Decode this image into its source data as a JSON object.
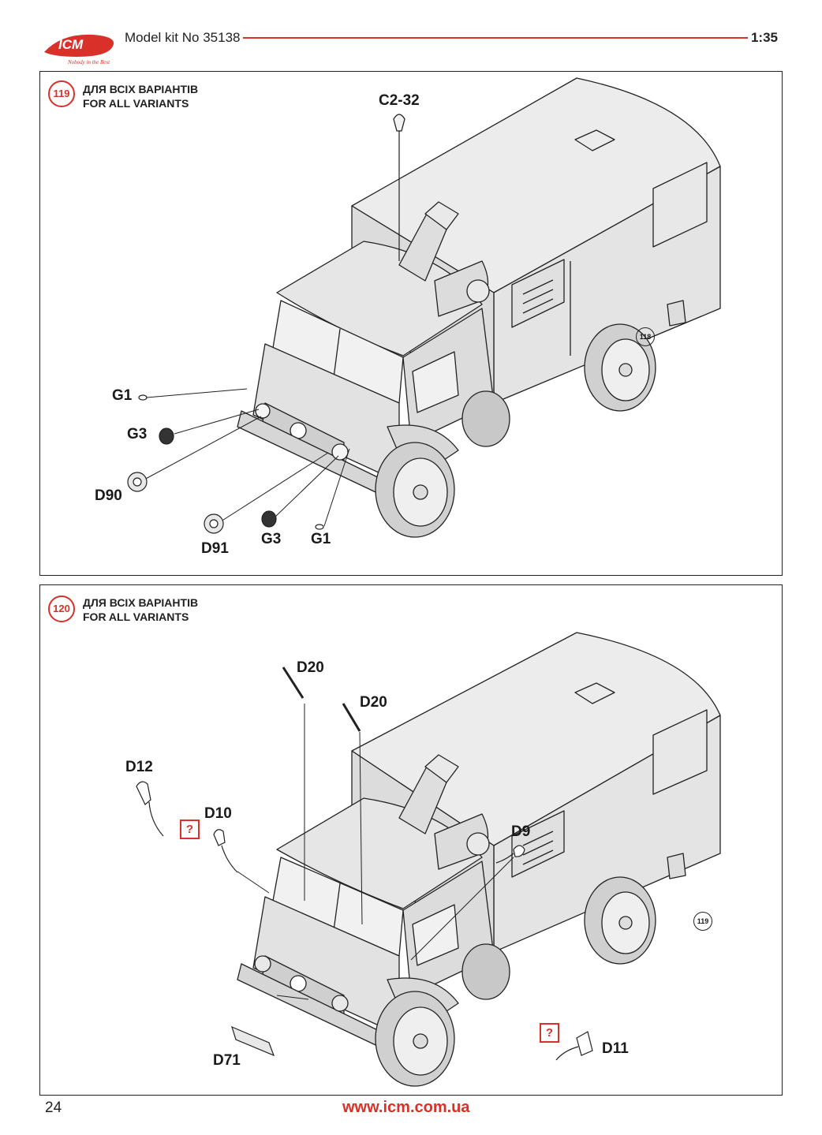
{
  "header": {
    "logo_text": "ICM",
    "logo_slogan": "Nobody in the Best",
    "model_kit": "Model kit No 35138",
    "scale": "1:35"
  },
  "colors": {
    "accent": "#d9312a",
    "line": "#222222"
  },
  "steps": [
    {
      "number": "119",
      "title_ua": "ДЛЯ ВСІХ ВАРІАНТІВ",
      "title_en": "FOR ALL VARIANTS",
      "reference": "118",
      "parts": [
        "C2-32",
        "G1",
        "G3",
        "D90",
        "D91",
        "G3",
        "G1"
      ]
    },
    {
      "number": "120",
      "title_ua": "ДЛЯ ВСІХ ВАРІАНТІВ",
      "title_en": "FOR ALL VARIANTS",
      "reference": "119",
      "parts": [
        "D20",
        "D20",
        "D12",
        "D10",
        "D9",
        "D11",
        "D71"
      ],
      "optional_marker": "?"
    }
  ],
  "footer": {
    "page_number": "24",
    "url": "www.icm.com.ua"
  }
}
